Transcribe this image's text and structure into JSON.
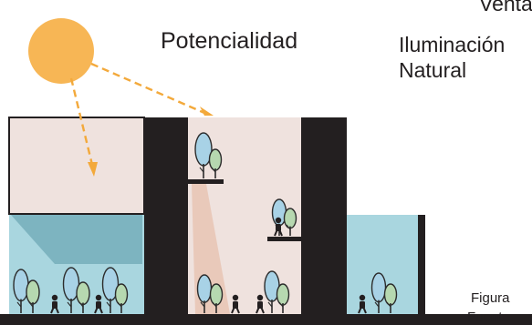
{
  "texts": {
    "top_cut": "Venta",
    "heading": "Potencialidad",
    "label_line1": "Iluminación",
    "label_line2": "Natural",
    "figure_line1": "Figura",
    "figure_line2": "Fuente"
  },
  "colors": {
    "sun": "#f7b655",
    "ray": "#f3a93b",
    "wall": "#231f20",
    "room_pink": "#efe2de",
    "room_blue": "#a9d6df",
    "shade_blue": "#6fa8b5",
    "light_cone": "#e8c4b4",
    "tree_blue": "#a8d2e6",
    "tree_green": "#b6d8b0",
    "tree_outline": "#2c2c2c",
    "person": "#231f20",
    "text": "#231f20"
  }
}
